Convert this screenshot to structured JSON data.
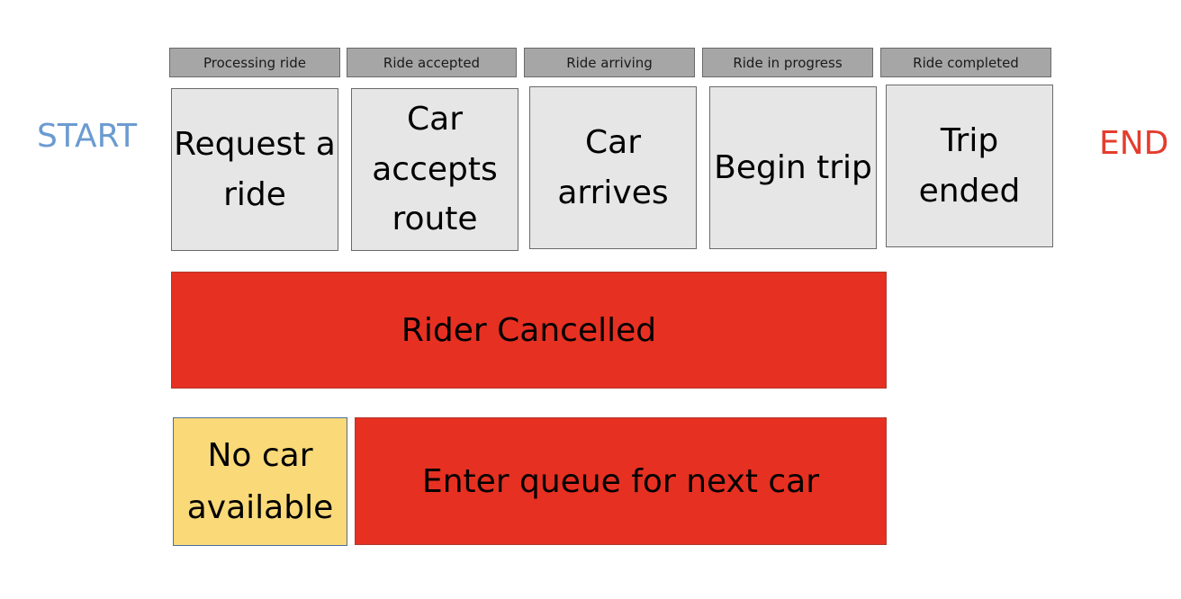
{
  "labels": {
    "start": "START",
    "end": "END"
  },
  "colors": {
    "start": "#6b9bd1",
    "end": "#e43d2d",
    "stage_header_fill": "#a6a6a6",
    "stage_box_fill": "#e6e6e6",
    "cancel_fill": "#e63022",
    "no_car_fill": "#f9d978"
  },
  "stages": [
    {
      "header": "Processing ride",
      "box": "Request a\nride"
    },
    {
      "header": "Ride accepted",
      "box": "Car\naccepts\nroute"
    },
    {
      "header": "Ride arriving",
      "box": "Car\narrives"
    },
    {
      "header": "Ride in progress",
      "box": "Begin trip"
    },
    {
      "header": "Ride completed",
      "box": "Trip\nended"
    }
  ],
  "cancel": "Rider Cancelled",
  "no_car": "No car\navailable",
  "queue": "Enter queue for next car"
}
